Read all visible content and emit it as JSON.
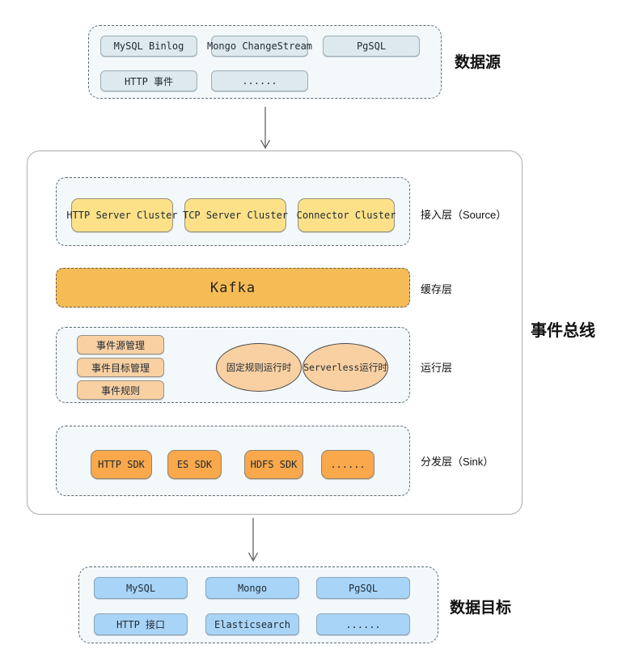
{
  "labels": {
    "datasource": "数据源",
    "eventbus": "事件总线",
    "datatarget": "数据目标",
    "access_layer": "接入层（Source）",
    "cache_layer": "缓存层",
    "runtime_layer": "运行层",
    "sink_layer": "分发层（Sink）"
  },
  "datasource": {
    "items": [
      "MySQL Binlog",
      "Mongo ChangeStream",
      "PgSQL",
      "HTTP 事件",
      "......"
    ]
  },
  "eventbus": {
    "access": [
      "HTTP Server Cluster",
      "TCP Server Cluster",
      "Connector Cluster"
    ],
    "cache": "Kafka",
    "runtime_mgmt": [
      "事件源管理",
      "事件目标管理",
      "事件规则"
    ],
    "runtimes": [
      "固定规则运行时",
      "Serverless运行时"
    ],
    "sinks": [
      "HTTP SDK",
      "ES SDK",
      "HDFS SDK",
      "......"
    ]
  },
  "datatarget": {
    "items": [
      "MySQL",
      "Mongo",
      "PgSQL",
      "HTTP 接口",
      "Elasticsearch",
      "......"
    ]
  },
  "colors": {
    "group_fill": "#f3f8fb",
    "source_node": "#dde9ee",
    "access_node": "#fce189",
    "kafka_node": "#f5bc55",
    "runtime_node": "#f9d0a2",
    "sink_node": "#f9a84b",
    "target_node": "#a8d4f7"
  }
}
